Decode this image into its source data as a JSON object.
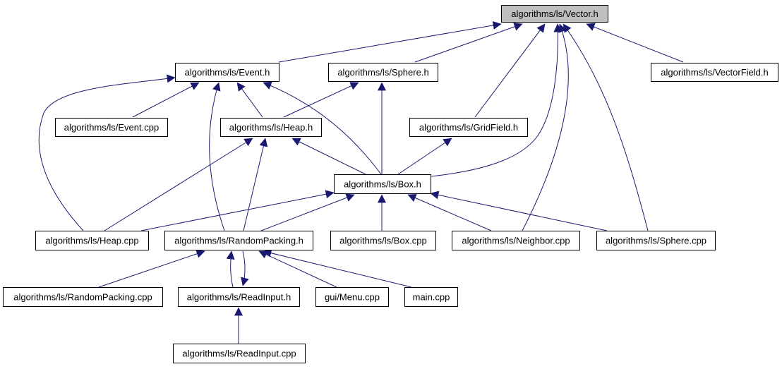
{
  "diagram": {
    "type": "include-dependency-graph",
    "nodes": [
      {
        "id": "vector_h",
        "label": "algorithms/ls/Vector.h",
        "highlight": true
      },
      {
        "id": "event_h",
        "label": "algorithms/ls/Event.h"
      },
      {
        "id": "sphere_h",
        "label": "algorithms/ls/Sphere.h"
      },
      {
        "id": "vectorfield_h",
        "label": "algorithms/ls/VectorField.h"
      },
      {
        "id": "event_cpp",
        "label": "algorithms/ls/Event.cpp"
      },
      {
        "id": "heap_h",
        "label": "algorithms/ls/Heap.h"
      },
      {
        "id": "gridfield_h",
        "label": "algorithms/ls/GridField.h"
      },
      {
        "id": "box_h",
        "label": "algorithms/ls/Box.h"
      },
      {
        "id": "heap_cpp",
        "label": "algorithms/ls/Heap.cpp"
      },
      {
        "id": "randompacking_h",
        "label": "algorithms/ls/RandomPacking.h"
      },
      {
        "id": "box_cpp",
        "label": "algorithms/ls/Box.cpp"
      },
      {
        "id": "neighbor_cpp",
        "label": "algorithms/ls/Neighbor.cpp"
      },
      {
        "id": "sphere_cpp",
        "label": "algorithms/ls/Sphere.cpp"
      },
      {
        "id": "randompacking_cpp",
        "label": "algorithms/ls/RandomPacking.cpp"
      },
      {
        "id": "readinput_h",
        "label": "algorithms/ls/ReadInput.h"
      },
      {
        "id": "menu_cpp",
        "label": "gui/Menu.cpp"
      },
      {
        "id": "main_cpp",
        "label": "main.cpp"
      },
      {
        "id": "readinput_cpp",
        "label": "algorithms/ls/ReadInput.cpp"
      }
    ],
    "edges": [
      {
        "from": "event_h",
        "to": "vector_h"
      },
      {
        "from": "sphere_h",
        "to": "vector_h"
      },
      {
        "from": "gridfield_h",
        "to": "vector_h"
      },
      {
        "from": "box_h",
        "to": "vector_h"
      },
      {
        "from": "neighbor_cpp",
        "to": "vector_h"
      },
      {
        "from": "sphere_cpp",
        "to": "vector_h"
      },
      {
        "from": "vectorfield_h",
        "to": "vector_h"
      },
      {
        "from": "event_cpp",
        "to": "event_h"
      },
      {
        "from": "heap_h",
        "to": "event_h"
      },
      {
        "from": "heap_cpp",
        "to": "event_h"
      },
      {
        "from": "randompacking_h",
        "to": "event_h"
      },
      {
        "from": "box_h",
        "to": "event_h"
      },
      {
        "from": "heap_h",
        "to": "sphere_h"
      },
      {
        "from": "box_h",
        "to": "sphere_h"
      },
      {
        "from": "box_h",
        "to": "heap_h"
      },
      {
        "from": "heap_cpp",
        "to": "heap_h"
      },
      {
        "from": "randompacking_h",
        "to": "heap_h"
      },
      {
        "from": "box_h",
        "to": "gridfield_h"
      },
      {
        "from": "heap_cpp",
        "to": "box_h"
      },
      {
        "from": "randompacking_h",
        "to": "box_h"
      },
      {
        "from": "box_cpp",
        "to": "box_h"
      },
      {
        "from": "neighbor_cpp",
        "to": "box_h"
      },
      {
        "from": "sphere_cpp",
        "to": "box_h"
      },
      {
        "from": "randompacking_cpp",
        "to": "randompacking_h"
      },
      {
        "from": "readinput_h",
        "to": "randompacking_h"
      },
      {
        "from": "randompacking_h",
        "to": "readinput_h"
      },
      {
        "from": "menu_cpp",
        "to": "randompacking_h"
      },
      {
        "from": "main_cpp",
        "to": "randompacking_h"
      },
      {
        "from": "readinput_cpp",
        "to": "readinput_h"
      }
    ]
  },
  "colors": {
    "edge": "#191970",
    "highlight_fill": "#bfbfbf",
    "node_fill": "#ffffff",
    "node_stroke": "#000000"
  }
}
